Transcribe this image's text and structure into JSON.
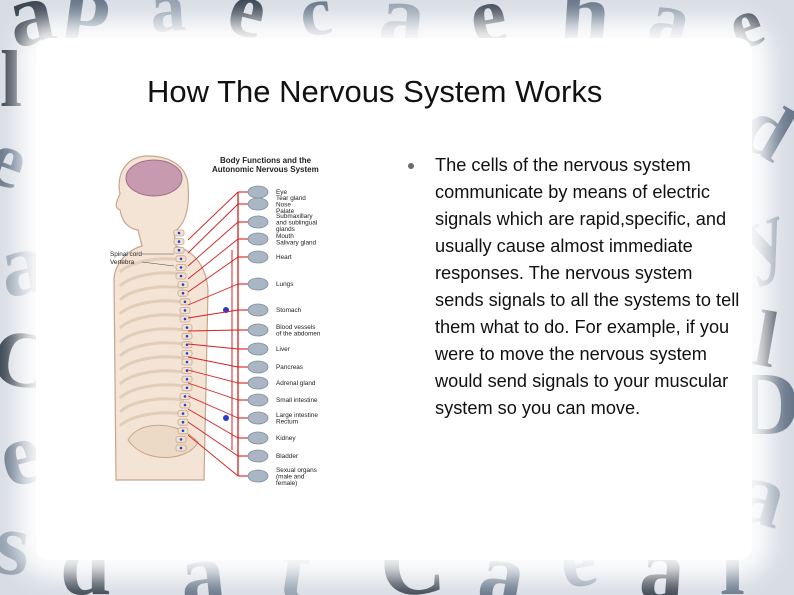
{
  "slide": {
    "title": "How The Nervous System Works",
    "bullet": "The cells of the nervous system communicate by means of electric signals which are rapid,specific, and usually cause almost immediate responses. The nervous system sends signals to all the systems to tell them what to do. For example, if you were to move the nervous system would send signals to your muscular system so you can move."
  },
  "figure": {
    "title_line1": "Body Functions and the",
    "title_line2": "Autonomic Nervous System",
    "left_labels": [
      "Spinal cord",
      "Vertebra"
    ],
    "organ_labels": [
      [
        "Eye"
      ],
      [
        "Tear gland",
        "Nose",
        "Palate"
      ],
      [
        "Submaxillary",
        "and sublingual",
        "glands"
      ],
      [
        "Mouth",
        "Salivary gland"
      ],
      [
        "Heart"
      ],
      [
        "Lungs"
      ],
      [
        "Stomach"
      ],
      [
        "Blood vessels",
        "of the abdomen"
      ],
      [
        "Liver"
      ],
      [
        "Pancreas"
      ],
      [
        "Adrenal gland"
      ],
      [
        "Small intestine"
      ],
      [
        "Large intestine",
        "Rectum"
      ],
      [
        "Kidney"
      ],
      [
        "Bladder"
      ],
      [
        "Sexual organs",
        "(male and",
        "female)"
      ]
    ]
  },
  "colors": {
    "nerve_red": "#d42020",
    "spine_blue": "#2a3bd0",
    "organ_gray": "#aab6c4",
    "body_outline": "#c9a58a",
    "brain": "#c79ab0"
  }
}
